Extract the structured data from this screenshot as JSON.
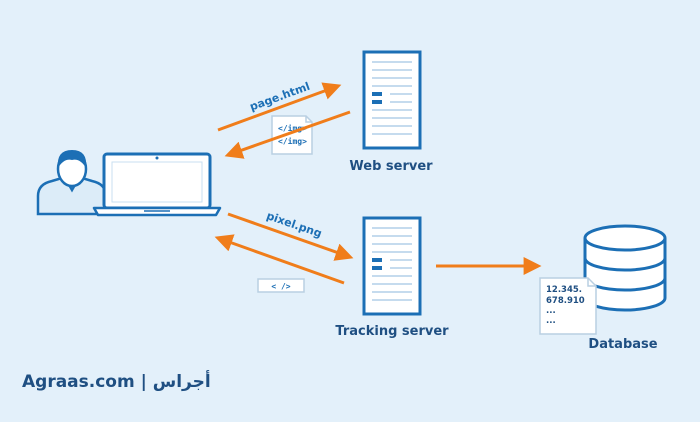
{
  "labels": {
    "web_server": "Web server",
    "tracking_server": "Tracking server",
    "database": "Database"
  },
  "arrows": {
    "page_request": "page.html",
    "pixel_request": "pixel.png"
  },
  "web_doc": {
    "line1": "</img>",
    "line2": "</img>"
  },
  "tracking_response": "< />",
  "db_doc": {
    "line1": "12.345.",
    "line2": "678.910",
    "line3": "...",
    "line4": "..."
  },
  "brand": {
    "latin": "Agraas.com",
    "separator": "|",
    "arabic": "أجراس"
  },
  "colors": {
    "background": "#e3f0fa",
    "outline": "#1c6fb5",
    "arrow": "#f07d1a",
    "text": "#1f4f82"
  }
}
